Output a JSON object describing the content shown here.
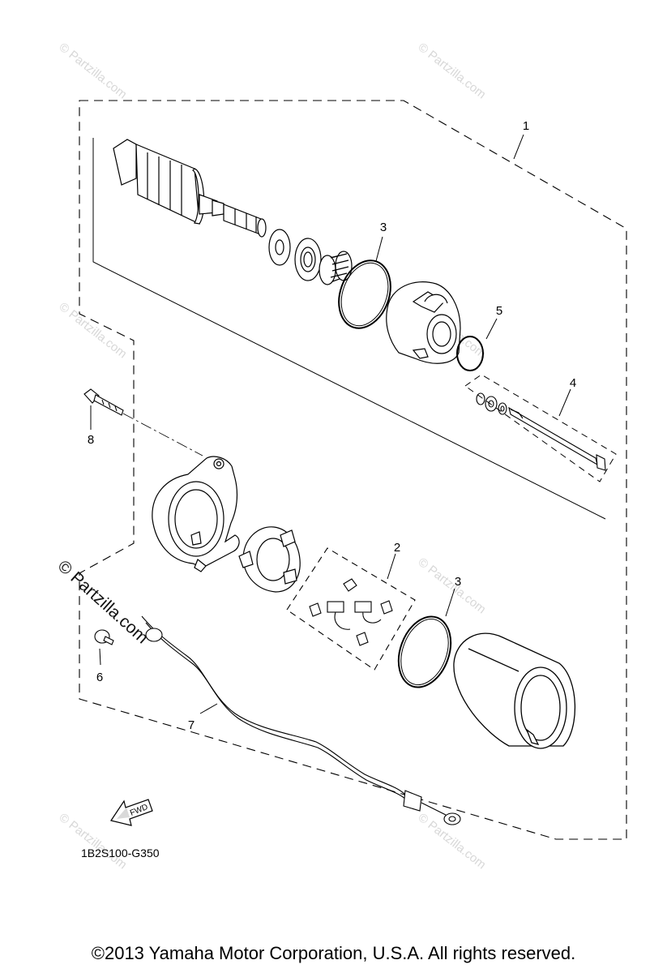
{
  "diagram": {
    "callouts": [
      "1",
      "2",
      "3",
      "3",
      "4",
      "5",
      "6",
      "7",
      "8"
    ],
    "figure_code": "1B2S100-G350",
    "fwd_label": "FWD",
    "watermark_text": "© Partzilla.com",
    "watermark_primary": "© Partzilla.com",
    "copyright": "©2013  Yamaha Motor Corporation, U.S.A. All rights reserved.",
    "colors": {
      "line": "#000000",
      "watermark": "#d8d8d8",
      "background": "#ffffff"
    }
  }
}
